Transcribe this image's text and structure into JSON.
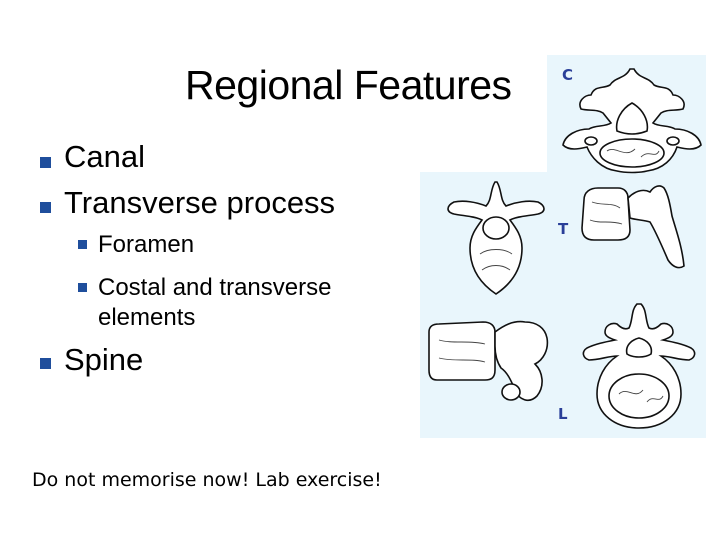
{
  "slide": {
    "title": "Regional Features",
    "bullets": {
      "canal": "Canal",
      "transverse": "Transverse process",
      "foramen": "Foramen",
      "costal": "Costal and transverse elements",
      "spine": "Spine"
    },
    "note": "Do not memorise now! Lab exercise!"
  },
  "figure": {
    "labels": {
      "cervical": "C",
      "thoracic": "T",
      "lumbar": "L"
    },
    "colors": {
      "background": "#e9f6fc",
      "label": "#2a3f98",
      "bullet": "#1f4e9c"
    }
  }
}
